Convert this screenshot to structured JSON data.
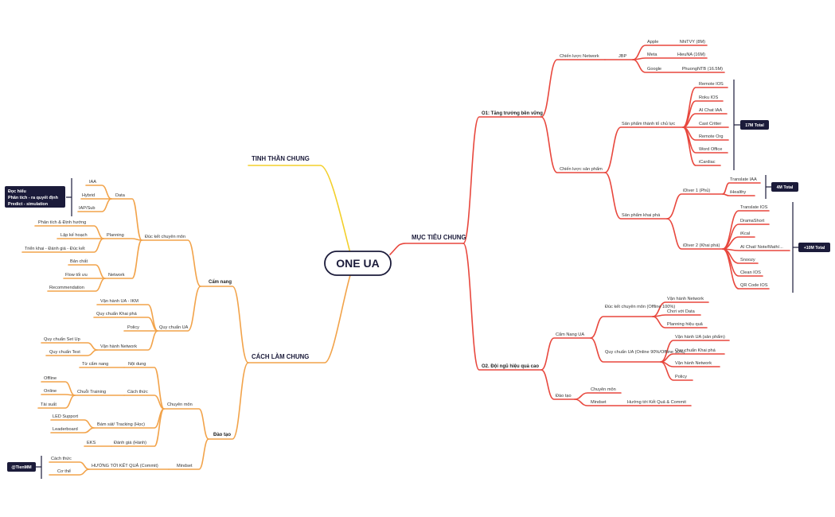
{
  "root": {
    "label": "ONE UA"
  },
  "colors": {
    "right": "#e8473d",
    "left": "#f2a34a",
    "yellow": "#f3cf2a",
    "root_border": "#1b1b3a",
    "badge": "#1b1b3a"
  },
  "branches": {
    "muc_tieu": {
      "label": "MỤC TIÊU CHUNG",
      "o1": {
        "label": "O1: Tăng trưởng bền vững",
        "network": {
          "label": "Chiến lược Network",
          "jbp": "JBP",
          "partners": [
            {
              "name": "Apple",
              "owner": "NhiTVY (8M)"
            },
            {
              "name": "Meta",
              "owner": "HieuNA (16M)"
            },
            {
              "name": "Google",
              "owner": "PhuongNTB (16.5M)"
            }
          ]
        },
        "product": {
          "label": "Chiến lược sản phẩm",
          "core": {
            "label": "Sản phẩm thành tố chủ lực",
            "items": [
              "Remote IOS",
              "Roku IOS",
              "AI Chat IAA",
              "Cast Critter",
              "Remote Org",
              "Word Office",
              "iCardiac"
            ],
            "badge": "17M Total"
          },
          "explore": {
            "label": "Sản phẩm khai phá",
            "idiver1": {
              "label": "iDiver 1 (Phủ)",
              "items": [
                "Translate IAA",
                "iHealthy"
              ],
              "badge": "4M Total"
            },
            "idiver2": {
              "label": "iDiver 2 (Khai phá)",
              "items": [
                "Translate IOS",
                "DramaShort",
                "iKcal",
                "AI Chat/ Note/Math/...",
                "Snoozy",
                "Clean IOS",
                "QR Code IOS"
              ],
              "badge": "+10M Total"
            }
          }
        }
      },
      "o2": {
        "label": "O2. Đội ngũ hiệu quả cao",
        "cam_nang": {
          "label": "Cẩm Nang UA",
          "chuyen_mon": {
            "label": "Đúc kết chuyên môn (Offline 100%)",
            "items": [
              "Vận hành Network",
              "Chơi với Data",
              "Planning hiệu quả"
            ]
          },
          "quy_chuan": {
            "label": "Quy chuẩn UA (Online 90%/Offline 10%)",
            "items": [
              "Vận hành UA (sản phẩm)",
              "Quy chuẩn Khai phá",
              "Vận hành Network",
              "Policy"
            ]
          }
        },
        "dao_tao": {
          "label": "Đào tạo",
          "chuyen_mon": "Chuyên môn",
          "mindset": "Mindset",
          "mindset_child": "Hướng tới Kết Quả & Commit"
        }
      }
    },
    "tinh_than": {
      "label": "TINH THẦN CHUNG"
    },
    "cach_lam": {
      "label": "CÁCH LÀM CHUNG",
      "cam_nang": {
        "label": "Cẩm nang",
        "duc_ket": {
          "label": "Đúc kết chuyên môn",
          "data": {
            "label": "Data",
            "items": [
              "IAA",
              "Hybrid",
              "IAP/Sub"
            ]
          },
          "planning": {
            "label": "Planning",
            "items": [
              "Phân tích & Định hướng",
              "Lập kế hoạch",
              "Triển khai - Đánh giá - Đúc kết"
            ]
          },
          "network": {
            "label": "Network",
            "items": [
              "Bản chất",
              "Flow tối ưu",
              "Recommendation"
            ]
          }
        },
        "quy_chuan": {
          "label": "Quy chuẩn UA",
          "items": [
            "Vận hành UA - IKM",
            "Quy chuẩn Khai phá",
            "Policy"
          ],
          "van_hanh": {
            "label": "Vận hành Network",
            "items": [
              "Quy chuẩn Set Up",
              "Quy chuẩn Test"
            ]
          }
        }
      },
      "dao_tao": {
        "label": "Đào tạo",
        "chuyen_mon": {
          "label": "Chuyên môn",
          "noi_dung": {
            "label": "Nội dung",
            "child": "Từ cẩm nang"
          },
          "cach_thuc": {
            "label": "Cách thức",
            "chuoi": "Chuỗi Training",
            "items": [
              "Offline",
              "Online",
              "Tài suất"
            ]
          },
          "bam_sat": {
            "label": "Bám sát/ Tracking (Học)",
            "items": [
              "LED Support",
              "Leaderboard"
            ]
          },
          "danh_gia": {
            "label": "Đánh giá (Hành)",
            "child": "EKS"
          }
        },
        "mindset": {
          "label": "Mindset",
          "huong_toi": "HƯỚNG TỚI KẾT QUẢ (Commit)",
          "items": [
            "Cách thức",
            "Cơ thể"
          ]
        }
      }
    }
  },
  "notes": {
    "data_note": [
      "Đọc hiểu",
      "Phân tích - ra quyết định",
      "Predict - simulation"
    ],
    "author": "@TienMM"
  }
}
